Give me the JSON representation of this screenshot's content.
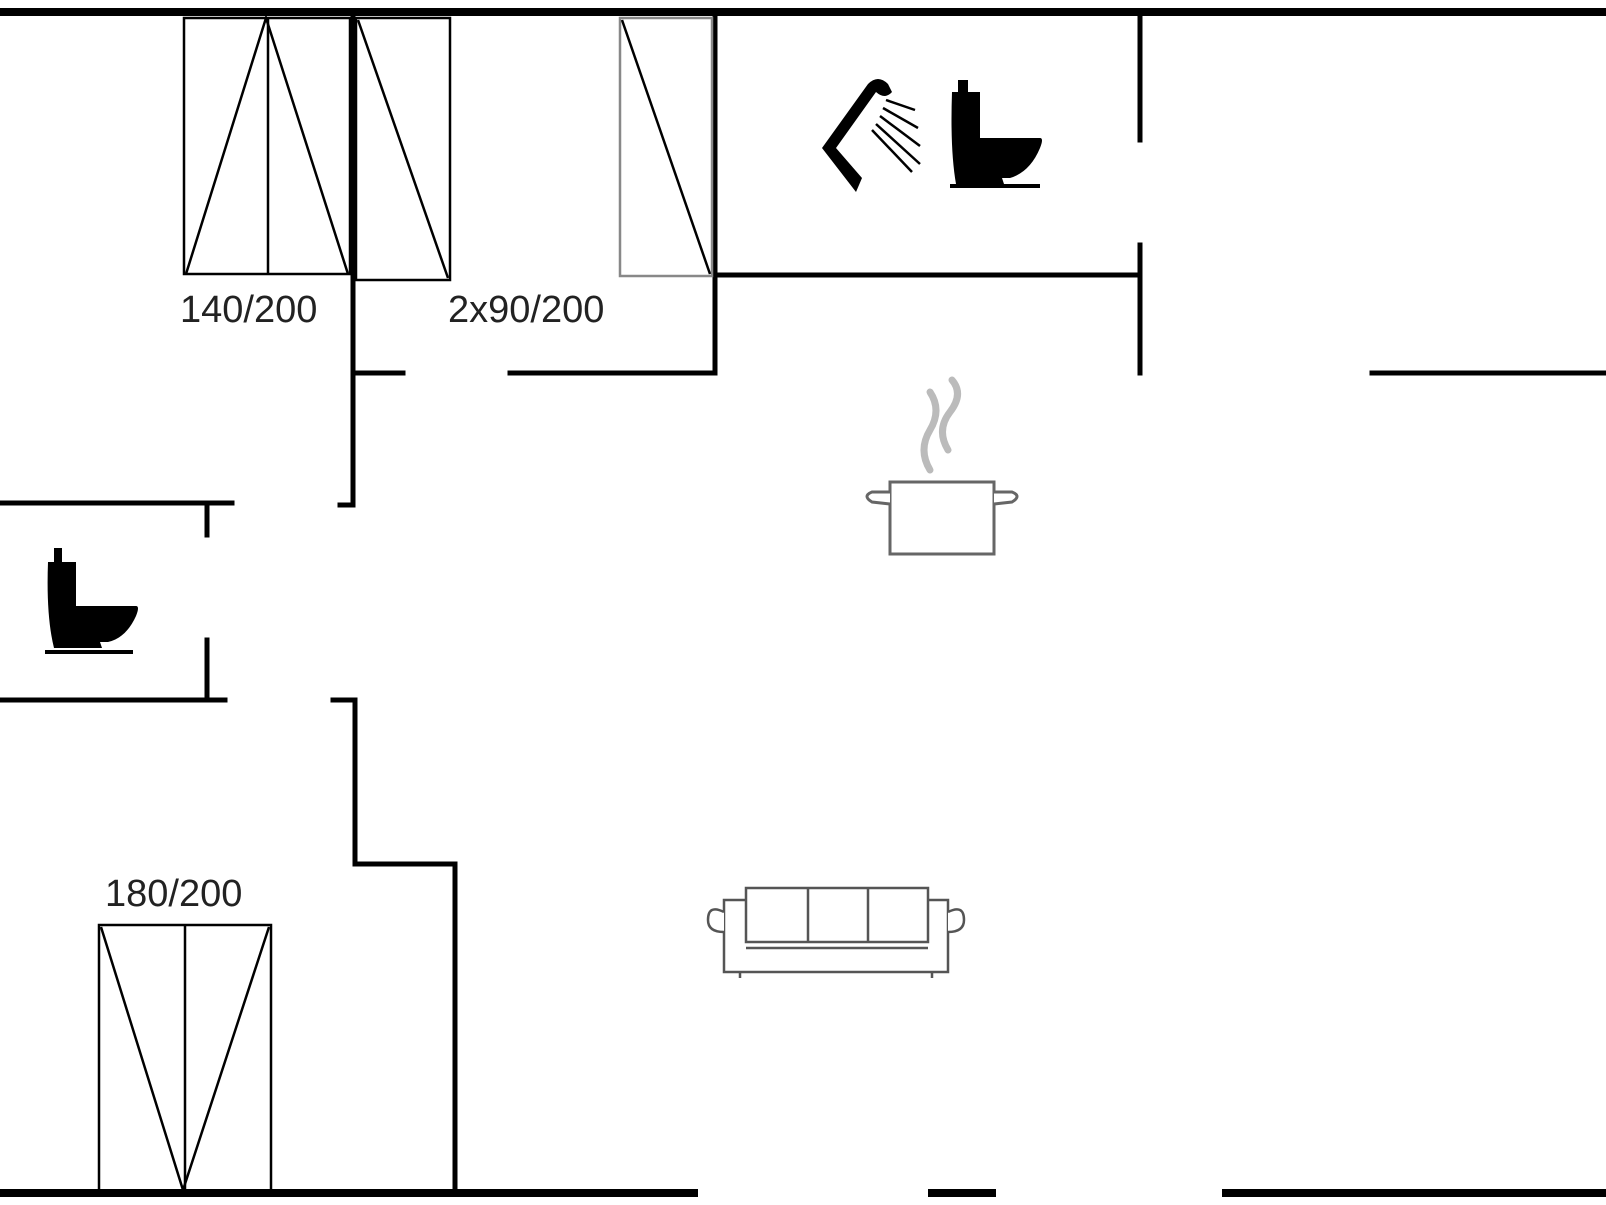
{
  "beds": {
    "bedroom_1": "140/200",
    "bedroom_2": "2x90/200",
    "bedroom_3": "180/200"
  },
  "icons": {
    "bathroom": [
      "shower-icon",
      "toilet-icon"
    ],
    "guest_wc": [
      "toilet-icon"
    ],
    "kitchen": [
      "cooking-pot-icon"
    ],
    "living_room": [
      "sofa-icon"
    ]
  }
}
